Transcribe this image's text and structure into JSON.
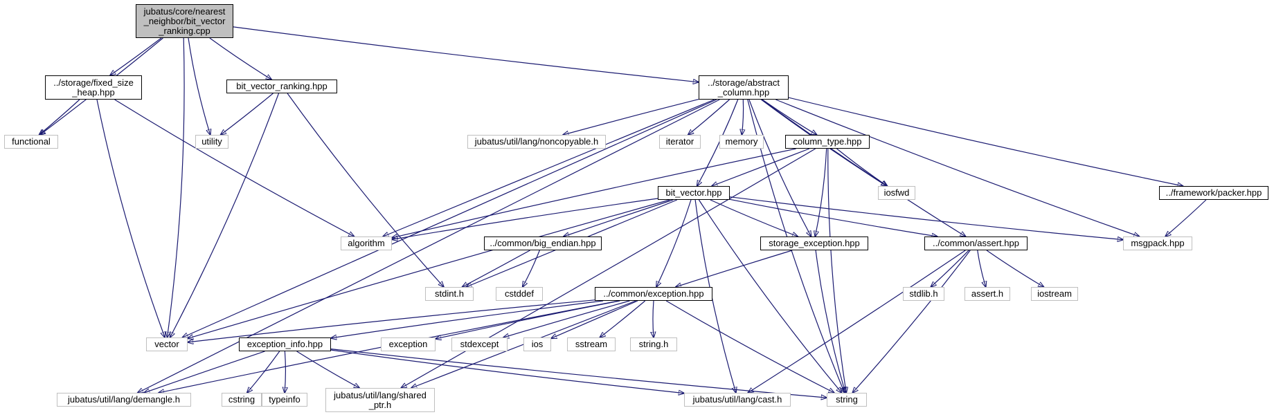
{
  "diagram": {
    "colors": {
      "edge": "#191970",
      "root_fill": "#bfbfbf",
      "header_border": "#000000",
      "system_border": "#bfbfbf"
    },
    "nodes": [
      {
        "id": "root",
        "kind": "root",
        "label": "jubatus/core/nearest\n_neighbor/bit_vector\n_ranking.cpp"
      },
      {
        "id": "fixed_size_heap",
        "kind": "header",
        "label": "../storage/fixed_size\n_heap.hpp"
      },
      {
        "id": "bit_vector_ranking",
        "kind": "header",
        "label": "bit_vector_ranking.hpp"
      },
      {
        "id": "abstract_column",
        "kind": "header",
        "label": "../storage/abstract\n_column.hpp"
      },
      {
        "id": "functional",
        "kind": "system",
        "label": "functional"
      },
      {
        "id": "utility",
        "kind": "system",
        "label": "utility"
      },
      {
        "id": "noncopyable",
        "kind": "system",
        "label": "jubatus/util/lang/noncopyable.h"
      },
      {
        "id": "iterator",
        "kind": "system",
        "label": "iterator"
      },
      {
        "id": "memory",
        "kind": "system",
        "label": "memory"
      },
      {
        "id": "column_type",
        "kind": "header",
        "label": "column_type.hpp"
      },
      {
        "id": "iosfwd",
        "kind": "system",
        "label": "iosfwd"
      },
      {
        "id": "packer",
        "kind": "header",
        "label": "../framework/packer.hpp"
      },
      {
        "id": "bit_vector",
        "kind": "header",
        "label": "bit_vector.hpp"
      },
      {
        "id": "algorithm",
        "kind": "system",
        "label": "algorithm"
      },
      {
        "id": "big_endian",
        "kind": "header",
        "label": "../common/big_endian.hpp"
      },
      {
        "id": "storage_exception",
        "kind": "header",
        "label": "storage_exception.hpp"
      },
      {
        "id": "assert_hpp",
        "kind": "header",
        "label": "../common/assert.hpp"
      },
      {
        "id": "msgpack",
        "kind": "system",
        "label": "msgpack.hpp"
      },
      {
        "id": "stdint",
        "kind": "system",
        "label": "stdint.h"
      },
      {
        "id": "cstddef",
        "kind": "system",
        "label": "cstddef"
      },
      {
        "id": "common_exception",
        "kind": "header",
        "label": "../common/exception.hpp"
      },
      {
        "id": "stdlib",
        "kind": "system",
        "label": "stdlib.h"
      },
      {
        "id": "assert_h",
        "kind": "system",
        "label": "assert.h"
      },
      {
        "id": "iostream",
        "kind": "system",
        "label": "iostream"
      },
      {
        "id": "vector",
        "kind": "system",
        "label": "vector"
      },
      {
        "id": "exception_info",
        "kind": "header",
        "label": "exception_info.hpp"
      },
      {
        "id": "exception",
        "kind": "system",
        "label": "exception"
      },
      {
        "id": "stdexcept",
        "kind": "system",
        "label": "stdexcept"
      },
      {
        "id": "ios",
        "kind": "system",
        "label": "ios"
      },
      {
        "id": "sstream",
        "kind": "system",
        "label": "sstream"
      },
      {
        "id": "string_h",
        "kind": "system",
        "label": "string.h"
      },
      {
        "id": "demangle",
        "kind": "system",
        "label": "jubatus/util/lang/demangle.h"
      },
      {
        "id": "cstring",
        "kind": "system",
        "label": "cstring"
      },
      {
        "id": "typeinfo",
        "kind": "system",
        "label": "typeinfo"
      },
      {
        "id": "shared_ptr",
        "kind": "system",
        "label": "jubatus/util/lang/shared\n_ptr.h"
      },
      {
        "id": "cast",
        "kind": "system",
        "label": "jubatus/util/lang/cast.h"
      },
      {
        "id": "string",
        "kind": "system",
        "label": "string"
      }
    ],
    "edges": [
      {
        "from": "root",
        "to": "fixed_size_heap"
      },
      {
        "from": "root",
        "to": "functional"
      },
      {
        "from": "root",
        "to": "vector"
      },
      {
        "from": "root",
        "to": "utility"
      },
      {
        "from": "root",
        "to": "bit_vector_ranking"
      },
      {
        "from": "root",
        "to": "abstract_column"
      },
      {
        "from": "fixed_size_heap",
        "to": "functional"
      },
      {
        "from": "fixed_size_heap",
        "to": "vector"
      },
      {
        "from": "fixed_size_heap",
        "to": "algorithm"
      },
      {
        "from": "bit_vector_ranking",
        "to": "utility"
      },
      {
        "from": "bit_vector_ranking",
        "to": "vector"
      },
      {
        "from": "bit_vector_ranking",
        "to": "stdint"
      },
      {
        "from": "abstract_column",
        "to": "noncopyable"
      },
      {
        "from": "abstract_column",
        "to": "iterator"
      },
      {
        "from": "abstract_column",
        "to": "memory"
      },
      {
        "from": "abstract_column",
        "to": "column_type"
      },
      {
        "from": "abstract_column",
        "to": "iosfwd"
      },
      {
        "from": "abstract_column",
        "to": "packer"
      },
      {
        "from": "abstract_column",
        "to": "msgpack"
      },
      {
        "from": "abstract_column",
        "to": "bit_vector"
      },
      {
        "from": "abstract_column",
        "to": "algorithm"
      },
      {
        "from": "abstract_column",
        "to": "vector"
      },
      {
        "from": "abstract_column",
        "to": "demangle"
      },
      {
        "from": "abstract_column",
        "to": "storage_exception"
      },
      {
        "from": "abstract_column",
        "to": "assert_hpp"
      },
      {
        "from": "abstract_column",
        "to": "string"
      },
      {
        "from": "column_type",
        "to": "bit_vector"
      },
      {
        "from": "column_type",
        "to": "iosfwd"
      },
      {
        "from": "column_type",
        "to": "algorithm"
      },
      {
        "from": "column_type",
        "to": "storage_exception"
      },
      {
        "from": "column_type",
        "to": "string"
      },
      {
        "from": "column_type",
        "to": "shared_ptr"
      },
      {
        "from": "packer",
        "to": "msgpack"
      },
      {
        "from": "bit_vector",
        "to": "algorithm"
      },
      {
        "from": "bit_vector",
        "to": "vector"
      },
      {
        "from": "bit_vector",
        "to": "stdint"
      },
      {
        "from": "bit_vector",
        "to": "big_endian"
      },
      {
        "from": "bit_vector",
        "to": "common_exception"
      },
      {
        "from": "bit_vector",
        "to": "storage_exception"
      },
      {
        "from": "bit_vector",
        "to": "assert_hpp"
      },
      {
        "from": "bit_vector",
        "to": "msgpack"
      },
      {
        "from": "bit_vector",
        "to": "cast"
      },
      {
        "from": "bit_vector",
        "to": "string"
      },
      {
        "from": "big_endian",
        "to": "stdint"
      },
      {
        "from": "big_endian",
        "to": "cstddef"
      },
      {
        "from": "storage_exception",
        "to": "common_exception"
      },
      {
        "from": "storage_exception",
        "to": "string"
      },
      {
        "from": "assert_hpp",
        "to": "stdlib"
      },
      {
        "from": "assert_hpp",
        "to": "assert_h"
      },
      {
        "from": "assert_hpp",
        "to": "iostream"
      },
      {
        "from": "assert_hpp",
        "to": "string"
      },
      {
        "from": "assert_hpp",
        "to": "cast"
      },
      {
        "from": "common_exception",
        "to": "vector"
      },
      {
        "from": "common_exception",
        "to": "exception_info"
      },
      {
        "from": "common_exception",
        "to": "exception"
      },
      {
        "from": "common_exception",
        "to": "stdexcept"
      },
      {
        "from": "common_exception",
        "to": "ios"
      },
      {
        "from": "common_exception",
        "to": "sstream"
      },
      {
        "from": "common_exception",
        "to": "string_h"
      },
      {
        "from": "common_exception",
        "to": "string"
      },
      {
        "from": "common_exception",
        "to": "demangle"
      },
      {
        "from": "common_exception",
        "to": "shared_ptr"
      },
      {
        "from": "exception_info",
        "to": "demangle"
      },
      {
        "from": "exception_info",
        "to": "cstring"
      },
      {
        "from": "exception_info",
        "to": "typeinfo"
      },
      {
        "from": "exception_info",
        "to": "shared_ptr"
      },
      {
        "from": "exception_info",
        "to": "cast"
      },
      {
        "from": "exception_info",
        "to": "string"
      }
    ]
  }
}
